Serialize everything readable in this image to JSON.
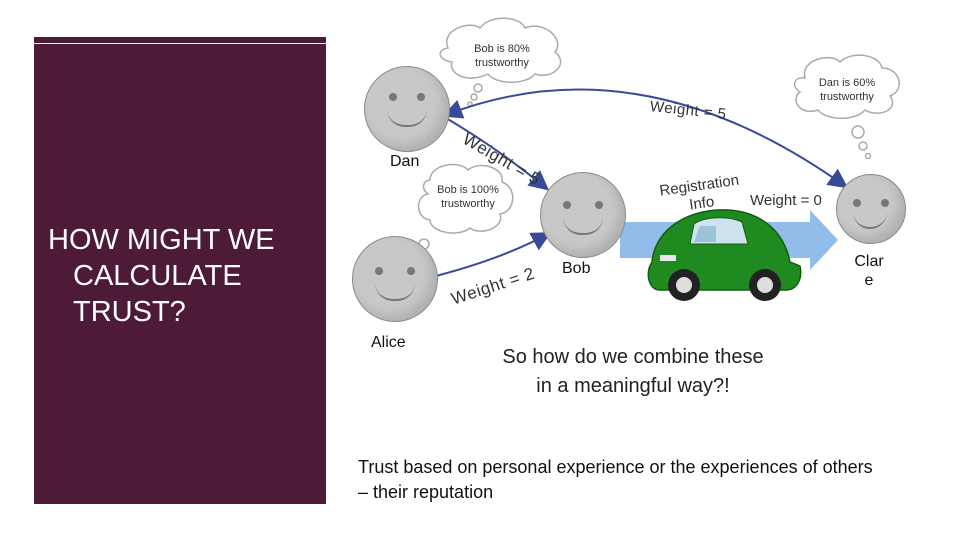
{
  "colors": {
    "panel": "#4d1b37",
    "car": "#1f8a1f",
    "arrow_band": "#7fb2e8"
  },
  "title": "HOW MIGHT WE CALCULATE TRUST?",
  "people": {
    "dan": "Dan",
    "alice": "Alice",
    "bob": "Bob",
    "clare": "Clar\ne"
  },
  "bubbles": {
    "bob80": "Bob is 80% trustworthy",
    "dan60": "Dan is 60% trustworthy",
    "bob100": "Bob is 100% trustworthy"
  },
  "weights": {
    "dan_to_clare": "Weight = 5",
    "dan_to_bob": "Weight = 5",
    "alice_to_bob": "Weight = 2",
    "car_to_clare": "Weight = 0"
  },
  "car_label": "Registration Info",
  "question": "So how do we combine these in a meaningful way?!",
  "footer": "Trust based on personal experience or the experiences of others – their reputation"
}
